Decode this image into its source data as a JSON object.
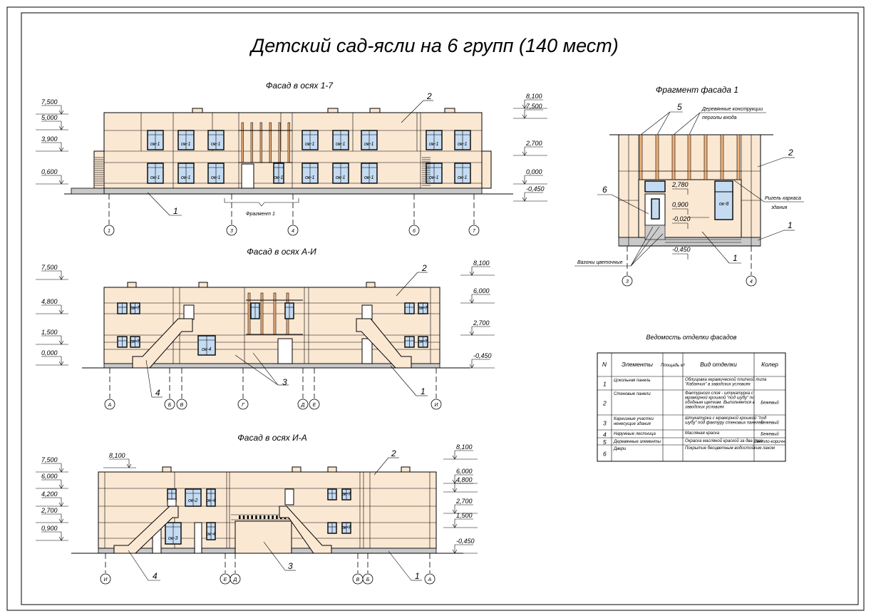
{
  "title": "Детский сад-ясли на 6 групп (140 мест)",
  "facade_1_7": {
    "title": "Фасад в осях 1-7",
    "levels_left": [
      "7,500",
      "5,000",
      "3,900",
      "0,600"
    ],
    "levels_right": [
      "8,100",
      "7,500",
      "2,700",
      "0,000",
      "-0,450"
    ],
    "axes": [
      "1",
      "3",
      "4",
      "6",
      "7"
    ],
    "window_mark": "ок-1",
    "fragment_label": "Фрагмент 1",
    "callouts": [
      "1",
      "2"
    ]
  },
  "facade_a_i": {
    "title": "Фасад в осях А-И",
    "levels_left": [
      "7,500",
      "4,800",
      "1,500",
      "0,000"
    ],
    "levels_right": [
      "8,100",
      "6,000",
      "2,700",
      "-0,450"
    ],
    "axes": [
      "А",
      "Б",
      "В",
      "Г",
      "Д",
      "Е",
      "И"
    ],
    "window_marks": [
      "ок-7",
      "ок-7",
      "ок-7",
      "ок-7",
      "ок-4"
    ],
    "callouts": [
      "1",
      "2",
      "3",
      "4"
    ]
  },
  "facade_i_a": {
    "title": "Фасад в осях И-А",
    "levels_left": [
      "8,100",
      "7,500",
      "6,000",
      "4,200",
      "2,700",
      "0,900"
    ],
    "levels_right": [
      "8,100",
      "6,000",
      "4,800",
      "2,700",
      "1,500",
      "-0,450"
    ],
    "axes": [
      "И",
      "Е",
      "Д",
      "В",
      "Б",
      "А"
    ],
    "window_marks": [
      "ок-2",
      "ок-4",
      "ок-3",
      "ок-4",
      "ок-7",
      "ок-7"
    ],
    "callouts": [
      "1",
      "2",
      "3",
      "4"
    ]
  },
  "fragment": {
    "title": "Фрагмент фасада 1",
    "wood_label_1": "Деревянные конструкции",
    "wood_label_2": "перголы входа",
    "frame_label_1": "Ригель каркаса",
    "frame_label_2": "здания",
    "vases_label": "Вазоны цветочные",
    "levels": [
      "2,780",
      "0,900",
      "-0,020",
      "-0,450"
    ],
    "window_mark": "ок-8",
    "axes": [
      "3",
      "4"
    ],
    "callouts": [
      "5",
      "2",
      "6",
      "1",
      "1"
    ]
  },
  "finish_table": {
    "title": "Ведомость отделки фасадов",
    "headers": [
      "N",
      "Элементы",
      "Площадь м²",
      "Вид отделки",
      "Колер"
    ],
    "rows": [
      {
        "n": "1",
        "element": "Цокольная панель",
        "area": "",
        "finish": "Облицовка керамической плиткой типа \"Кабанчик\" в заводских условиях",
        "color": ""
      },
      {
        "n": "2",
        "element": "Стеновые панели",
        "area": "",
        "finish": "Фактурного слоя - штукатурка с мраморной крошкой \"под шубу\" по ободным щеткам. Выполняется в заводских условиях",
        "color": "Бежевый"
      },
      {
        "n": "3",
        "element": "Карнизные участки ненесущие здания",
        "area": "",
        "finish": "Штукатурка с мраморной крошкой \"под шубу\" под фактуру стеновых панелей",
        "color": "Бежевый"
      },
      {
        "n": "4",
        "element": "Наружные лестница",
        "area": "",
        "finish": "Масляная краска",
        "color": "Бежевый"
      },
      {
        "n": "5",
        "element": "Деревянные элементы",
        "area": "",
        "finish": "Окраска масляной краской за два раза",
        "color": "Светло-коричн."
      },
      {
        "n": "6",
        "element": "Двери",
        "area": "",
        "finish": "Покрытие бесцветным водостойким лаком",
        "color": ""
      }
    ]
  }
}
